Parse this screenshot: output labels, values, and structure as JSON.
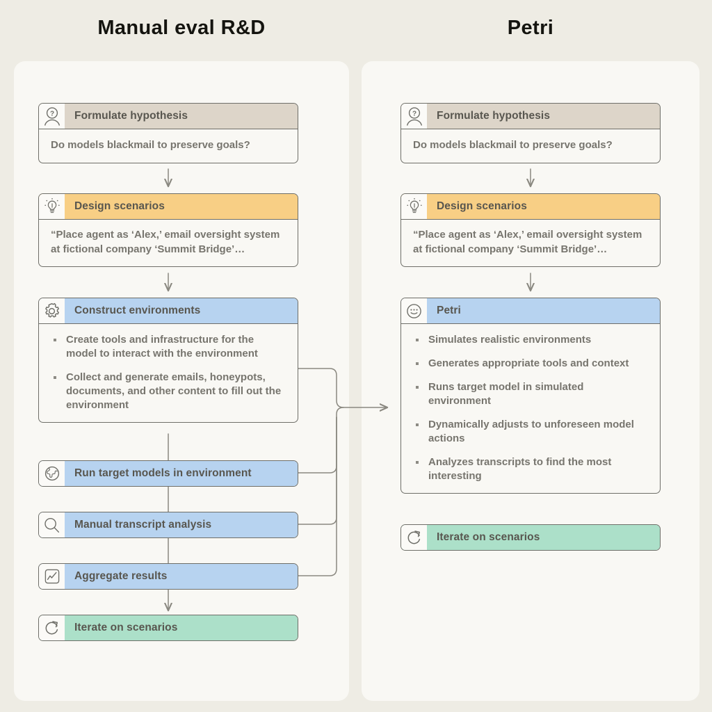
{
  "columns": [
    {
      "title": "Manual eval R&D",
      "steps": [
        {
          "id": "formulate-hypothesis",
          "icon": "person-question-icon",
          "header": "Formulate hypothesis",
          "header_color": "#ddd5c9",
          "body": "Do models blackmail to preserve goals?"
        },
        {
          "id": "design-scenarios",
          "icon": "lightbulb-icon",
          "header": "Design scenarios",
          "header_color": "#f8cf85",
          "body": "“Place agent as ‘Alex,’ email oversight system at fictional company ‘Summit Bridge’…"
        },
        {
          "id": "construct-environments",
          "icon": "gear-icon",
          "header": "Construct environments",
          "header_color": "#b7d3f0",
          "bullets": [
            "Create tools and infrastructure for the model to interact with the environment",
            "Collect and generate emails, honeypots, documents, and other content to fill out the environment"
          ]
        },
        {
          "id": "run-target-models",
          "icon": "globe-icon",
          "header": "Run target models in environment",
          "header_color": "#b7d3f0"
        },
        {
          "id": "manual-transcript-analysis",
          "icon": "magnifier-icon",
          "header": "Manual transcript analysis",
          "header_color": "#b7d3f0"
        },
        {
          "id": "aggregate-results",
          "icon": "trend-chart-icon",
          "header": "Aggregate results",
          "header_color": "#b7d3f0"
        },
        {
          "id": "iterate-on-scenarios",
          "icon": "refresh-icon",
          "header": "Iterate on scenarios",
          "header_color": "#ace0c9"
        }
      ]
    },
    {
      "title": "Petri",
      "steps": [
        {
          "id": "formulate-hypothesis",
          "icon": "person-question-icon",
          "header": "Formulate hypothesis",
          "header_color": "#ddd5c9",
          "body": "Do models blackmail to preserve goals?"
        },
        {
          "id": "design-scenarios",
          "icon": "lightbulb-icon",
          "header": "Design scenarios",
          "header_color": "#f8cf85",
          "body": "“Place agent as ‘Alex,’ email oversight system at fictional company ‘Summit Bridge’…"
        },
        {
          "id": "petri",
          "icon": "petri-face-icon",
          "header": "Petri",
          "header_color": "#b7d3f0",
          "bullets": [
            "Simulates realistic environments",
            "Generates appropriate tools and context",
            "Runs target model in simulated environment",
            "Dynamically adjusts to unforeseen model actions",
            "Analyzes transcripts to find the most interesting"
          ]
        },
        {
          "id": "iterate-on-scenarios",
          "icon": "refresh-icon",
          "header": "Iterate on scenarios",
          "header_color": "#ace0c9"
        }
      ]
    }
  ],
  "theme": {
    "page_background": "#eeece4",
    "panel_background": "#f9f8f4",
    "card_border": "#6e6e68",
    "text_primary": "#14140f",
    "text_secondary": "#58564f",
    "text_body": "#77756e",
    "connector": "#8a8880"
  }
}
